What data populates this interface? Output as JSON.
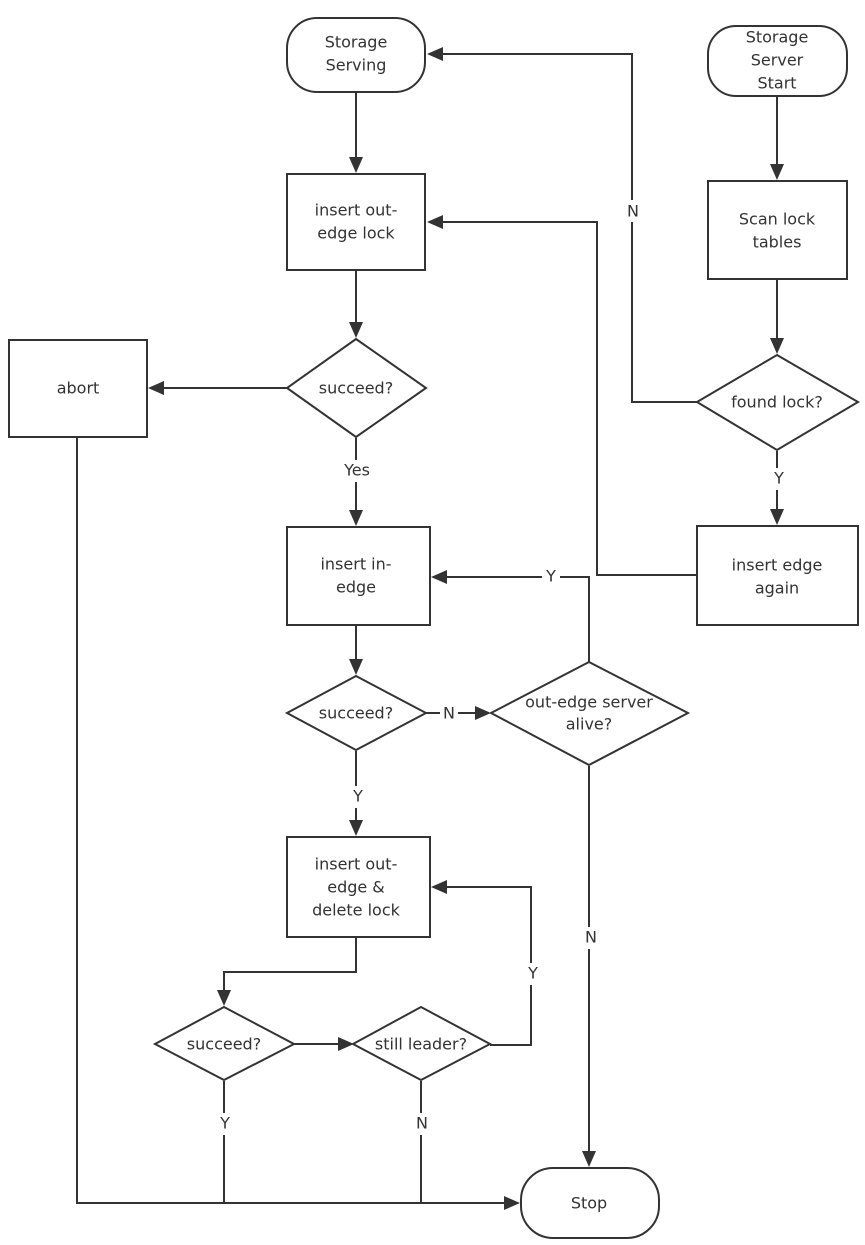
{
  "diagram": {
    "nodes": {
      "storage_serving": {
        "lines": [
          "Storage",
          "Serving"
        ]
      },
      "server_start": {
        "lines": [
          "Storage",
          "Server",
          "Start"
        ]
      },
      "insert_out_lock": {
        "lines": [
          "insert out-",
          "edge lock"
        ]
      },
      "scan_lock": {
        "lines": [
          "Scan lock",
          "tables"
        ]
      },
      "abort": {
        "lines": [
          "abort"
        ]
      },
      "succeed_1": {
        "lines": [
          "succeed?"
        ]
      },
      "found_lock": {
        "lines": [
          "found lock?"
        ]
      },
      "insert_in_edge": {
        "lines": [
          "insert in-",
          "edge"
        ]
      },
      "insert_again": {
        "lines": [
          "insert edge",
          "again"
        ]
      },
      "succeed_2": {
        "lines": [
          "succeed?"
        ]
      },
      "out_alive": {
        "lines": [
          "out-edge server",
          "alive?"
        ]
      },
      "insert_out_del": {
        "lines": [
          "insert out-",
          "edge &",
          "delete lock"
        ]
      },
      "succeed_3": {
        "lines": [
          "succeed?"
        ]
      },
      "still_leader": {
        "lines": [
          "still leader?"
        ]
      },
      "stop": {
        "lines": [
          "Stop"
        ]
      }
    },
    "edge_labels": {
      "found_no": "N",
      "succeed1_yes": "Yes",
      "alive_yes": "Y",
      "found_yes": "Y",
      "succeed2_no": "N",
      "succeed2_yes": "Y",
      "leader_yes": "Y",
      "alive_no": "N",
      "succeed3_yes": "Y",
      "leader_no": "N"
    }
  }
}
